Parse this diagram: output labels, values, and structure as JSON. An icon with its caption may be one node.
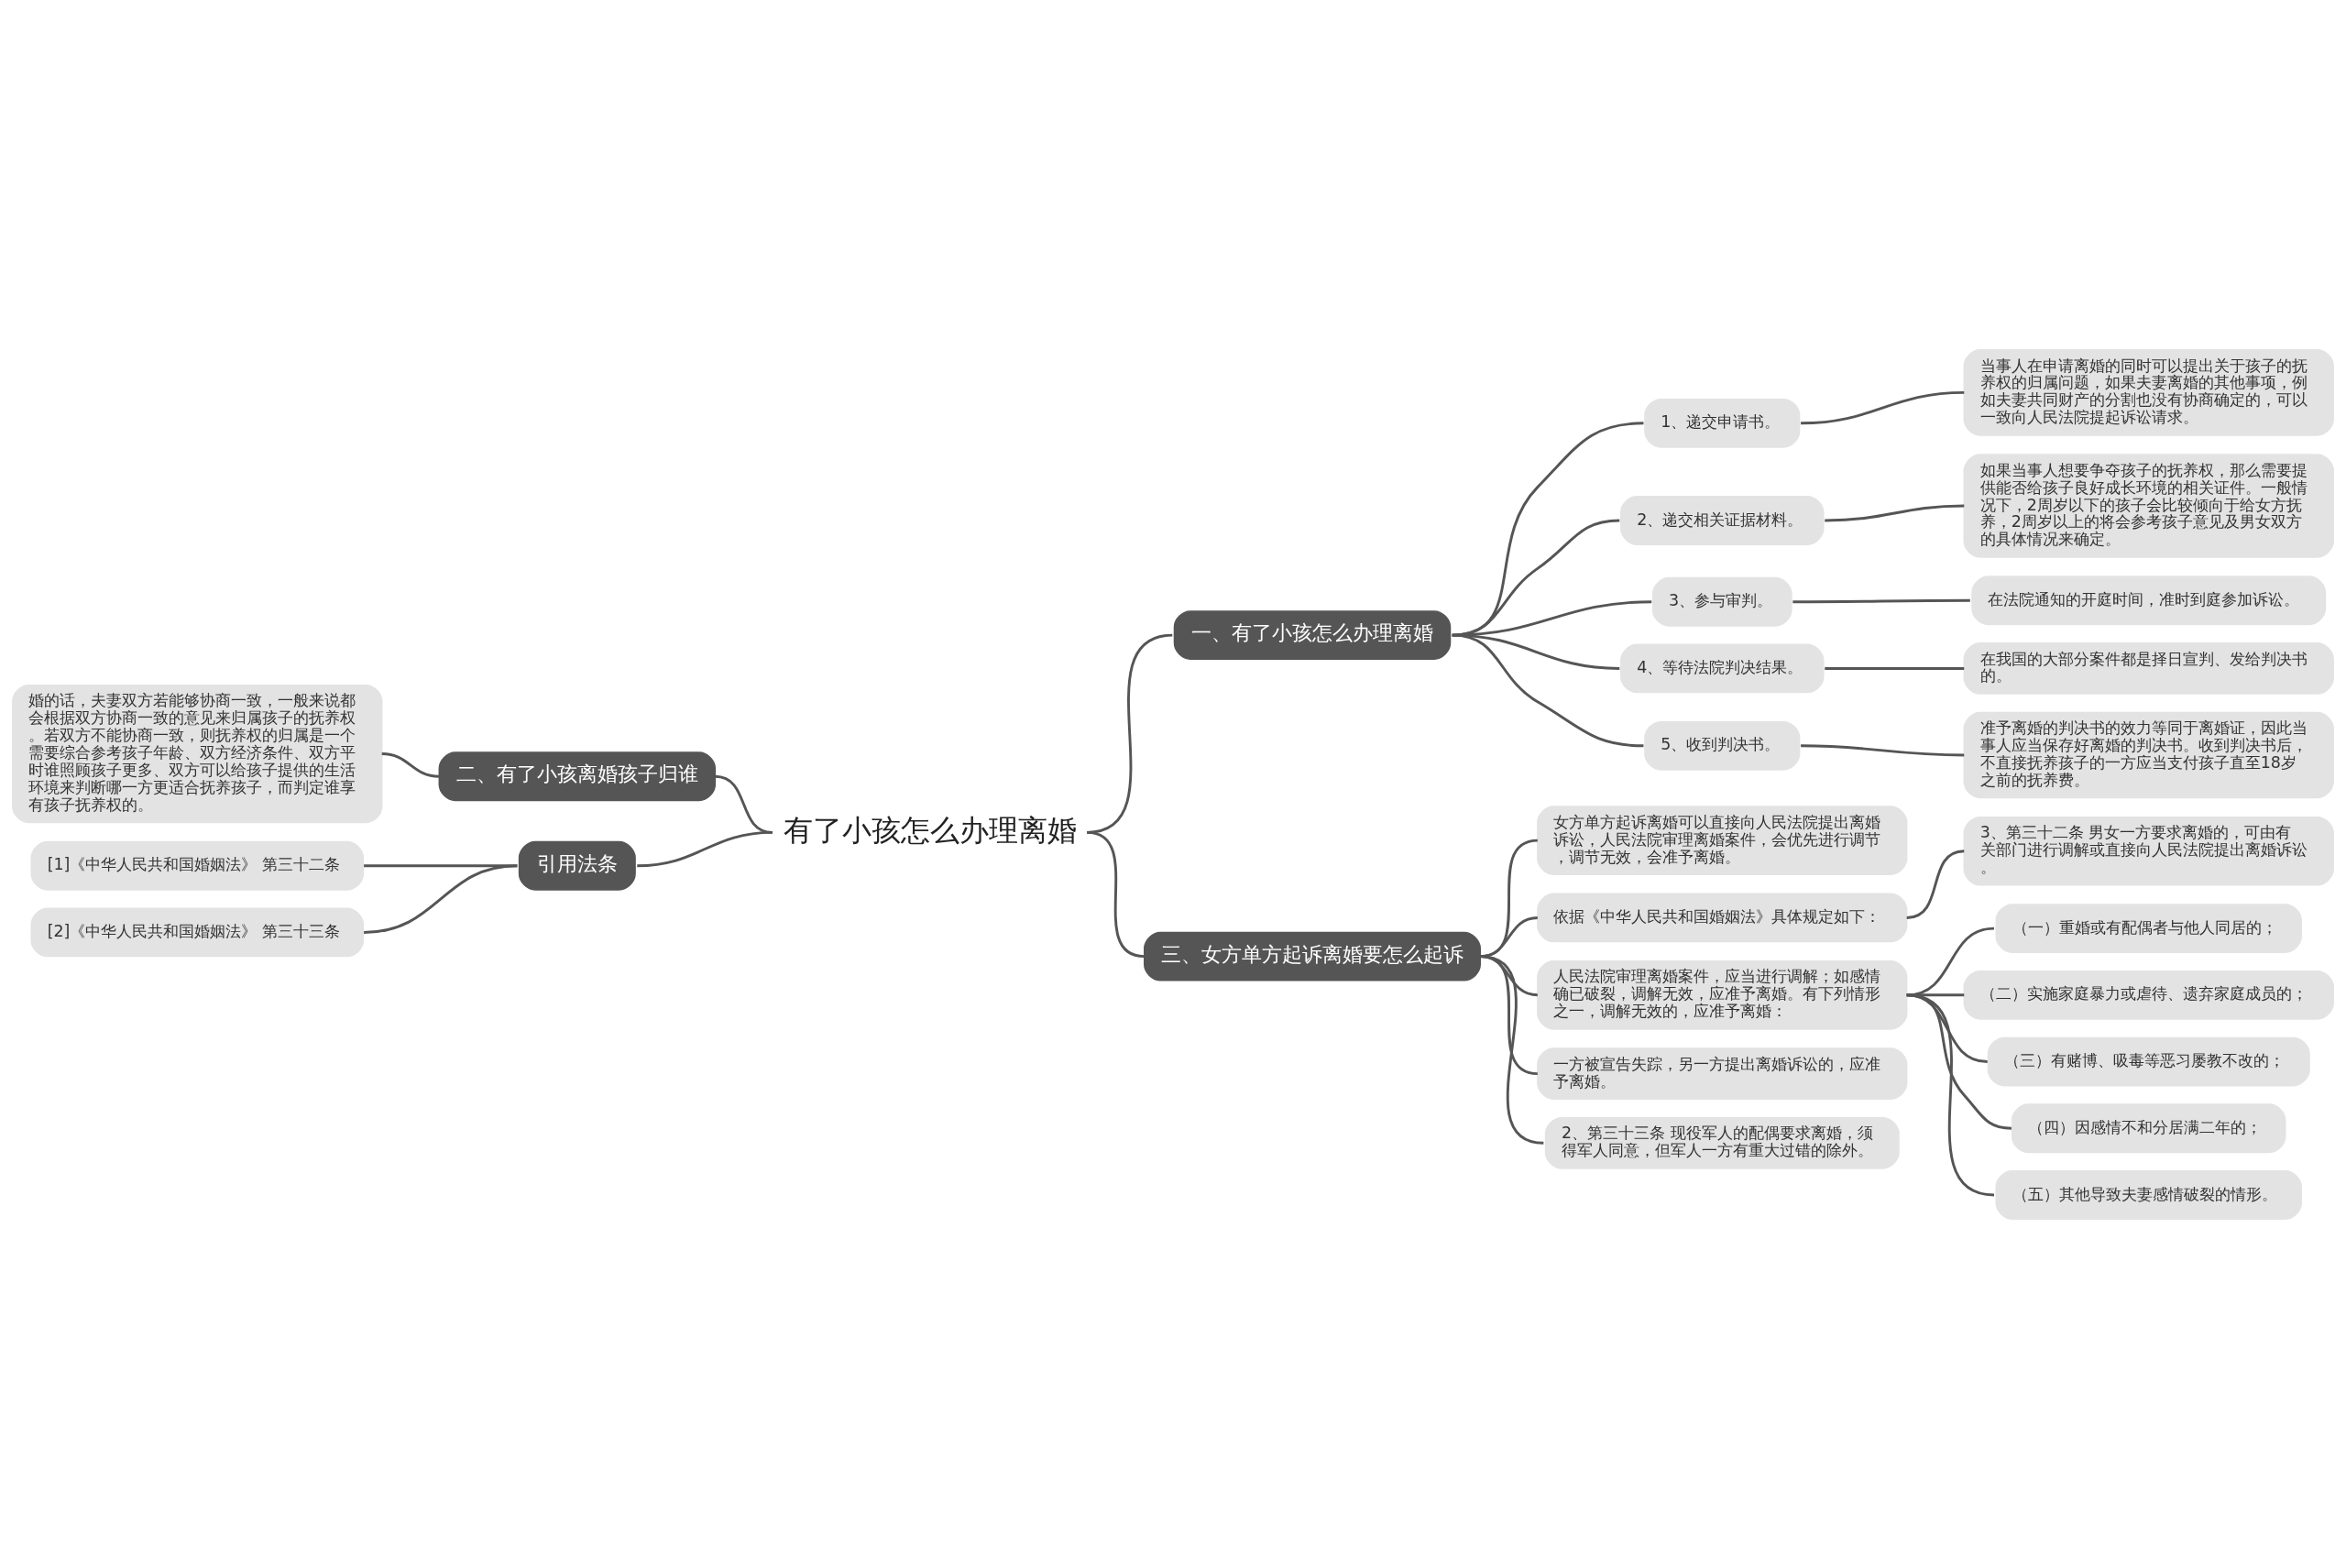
{
  "diagram": {
    "nodes": [
      {
        "text": [
          "有了小孩怎么办理离婚"
        ]
      },
      {
        "text": [
          "一、有了小孩怎么办理离婚"
        ]
      },
      {
        "text": [
          "1、递交申请书。"
        ]
      },
      {
        "text": [
          "当事人在申请离婚的同时可以提出关于孩子的抚养权的归属问题，如果夫妻离婚的其他事项，例如夫妻共同财产的分割也没有协商确定的，可以一致向人民法院提起诉讼请求。"
        ]
      },
      {
        "text": [
          "2、递交相关证据材料。"
        ]
      },
      {
        "text": [
          "如果当事人想要争夺孩子的抚养权，那么需要提供能否给孩子良好成长环境的相关证件。一般情况下，2周岁以下的孩子会比较倾向于给女方抚养，2周岁以上的将会参考孩子意见及男女双方的具体情况来确定。"
        ]
      },
      {
        "text": [
          "3、参与审判。"
        ]
      },
      {
        "text": [
          "在法院通知的开庭时间，准时到庭参加诉讼。"
        ]
      },
      {
        "text": [
          "4、等待法院判决结果。"
        ]
      },
      {
        "text": [
          "在我国的大部分案件都是择日宣判、发给判决书的。"
        ]
      },
      {
        "text": [
          "5、收到判决书。"
        ]
      },
      {
        "text": [
          "准予离婚的判决书的效力等同于离婚证，因此当事人应当保存好离婚的判决书。收到判决书后，不直接抚养孩子的一方应当支付孩子直至18岁之前的抚养费。"
        ]
      },
      {
        "text": [
          "三、女方单方起诉离婚要怎么起诉"
        ]
      },
      {
        "text": [
          "女方单方起诉离婚可以直接向人民法院提出离婚诉讼，人民法院审理离婚案件，会优先进行调节，调节无效，会准予离婚。"
        ]
      },
      {
        "text": [
          "依据《中华人民共和国婚姻法》具体规定如下："
        ]
      },
      {
        "text": [
          "3、第三十二条 男女一方要求离婚的，可由有关部门进行调解或直接向人民法院提出离婚诉讼。"
        ]
      },
      {
        "text": [
          "人民法院审理离婚案件，应当进行调解；如感情确已破裂，调解无效，应准予离婚。有下列情形之一，调解无效的，应准予离婚："
        ]
      },
      {
        "text": [
          "（一）重婚或有配偶者与他人同居的；"
        ]
      },
      {
        "text": [
          "（二）实施家庭暴力或虐待、遗弃家庭成员的；"
        ]
      },
      {
        "text": [
          "（三）有赌博、吸毒等恶习屡教不改的；"
        ]
      },
      {
        "text": [
          "（四）因感情不和分居满二年的；"
        ]
      },
      {
        "text": [
          "（五）其他导致夫妻感情破裂的情形。"
        ]
      },
      {
        "text": [
          "一方被宣告失踪，另一方提出离婚诉讼的，应准予离婚。"
        ]
      },
      {
        "text": [
          "2、第三十三条 现役军人的配偶要求离婚，须得军人同意，但军人一方有重大过错的除外。"
        ]
      },
      {
        "text": [
          "二、有了小孩离婚孩子归谁"
        ]
      },
      {
        "text": [
          "婚的话，夫妻双方若能够协商一致，一般来说都会根据双方协商一致的意见来归属孩子的抚养权。若双方不能协商一致，则抚养权的归属是一个需要综合参考孩子年龄、双方经济条件、双方平时谁照顾孩子更多、双方可以给孩子提供的生活环境来判断哪一方更适合抚养孩子，而判定谁享有孩子抚养权的。"
        ]
      },
      {
        "text": [
          "引用法条"
        ]
      },
      {
        "text": [
          "[1]《中华人民共和国婚姻法》 第三十二条"
        ]
      },
      {
        "text": [
          "[2]《中华人民共和国婚姻法》 第三十三条"
        ]
      }
    ],
    "edges": [
      {
        "from": 0,
        "to": 1,
        "arrow": "none"
      },
      {
        "from": 1,
        "to": 2,
        "arrow": "none"
      },
      {
        "from": 2,
        "to": 3,
        "arrow": "none"
      },
      {
        "from": 1,
        "to": 4,
        "arrow": "none"
      },
      {
        "from": 4,
        "to": 5,
        "arrow": "none"
      },
      {
        "from": 1,
        "to": 6,
        "arrow": "none"
      },
      {
        "from": 6,
        "to": 7,
        "arrow": "none"
      },
      {
        "from": 1,
        "to": 8,
        "arrow": "none"
      },
      {
        "from": 8,
        "to": 9,
        "arrow": "none"
      },
      {
        "from": 1,
        "to": 10,
        "arrow": "none"
      },
      {
        "from": 10,
        "to": 11,
        "arrow": "none"
      },
      {
        "from": 0,
        "to": 12,
        "arrow": "none"
      },
      {
        "from": 12,
        "to": 13,
        "arrow": "none"
      },
      {
        "from": 12,
        "to": 14,
        "arrow": "none"
      },
      {
        "from": 14,
        "to": 15,
        "arrow": "none"
      },
      {
        "from": 12,
        "to": 16,
        "arrow": "none"
      },
      {
        "from": 16,
        "to": 17,
        "arrow": "none"
      },
      {
        "from": 16,
        "to": 18,
        "arrow": "none"
      },
      {
        "from": 16,
        "to": 19,
        "arrow": "none"
      },
      {
        "from": 16,
        "to": 20,
        "arrow": "none"
      },
      {
        "from": 16,
        "to": 21,
        "arrow": "none"
      },
      {
        "from": 12,
        "to": 22,
        "arrow": "none"
      },
      {
        "from": 12,
        "to": 23,
        "arrow": "none"
      },
      {
        "from": 25,
        "to": 24,
        "arrow": "none"
      },
      {
        "from": 24,
        "to": 0,
        "arrow": "none"
      },
      {
        "from": 27,
        "to": 26,
        "arrow": "none"
      },
      {
        "from": 28,
        "to": 26,
        "arrow": "none"
      },
      {
        "from": 26,
        "to": 0,
        "arrow": "none"
      }
    ]
  }
}
